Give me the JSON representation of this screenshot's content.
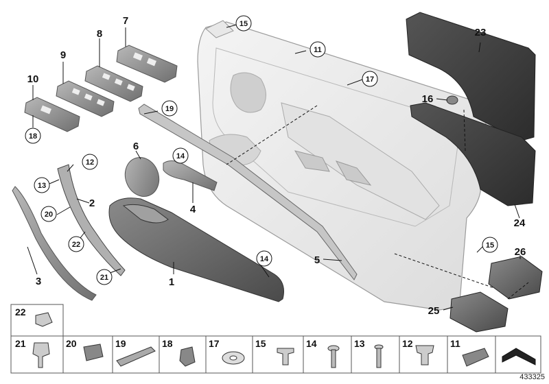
{
  "diagram_id": "433325",
  "callouts": [
    {
      "num": "1",
      "circled": false
    },
    {
      "num": "2",
      "circled": false
    },
    {
      "num": "3",
      "circled": false
    },
    {
      "num": "4",
      "circled": false
    },
    {
      "num": "5",
      "circled": false
    },
    {
      "num": "6",
      "circled": false
    },
    {
      "num": "7",
      "circled": false
    },
    {
      "num": "8",
      "circled": false
    },
    {
      "num": "9",
      "circled": false
    },
    {
      "num": "10",
      "circled": false
    },
    {
      "num": "11",
      "circled": true
    },
    {
      "num": "12",
      "circled": true
    },
    {
      "num": "13",
      "circled": true
    },
    {
      "num": "14",
      "circled": true
    },
    {
      "num": "14",
      "circled": true
    },
    {
      "num": "15",
      "circled": true
    },
    {
      "num": "15",
      "circled": true
    },
    {
      "num": "16",
      "circled": false
    },
    {
      "num": "17",
      "circled": true
    },
    {
      "num": "18",
      "circled": true
    },
    {
      "num": "19",
      "circled": true
    },
    {
      "num": "20",
      "circled": true
    },
    {
      "num": "21",
      "circled": true
    },
    {
      "num": "22",
      "circled": true
    },
    {
      "num": "23",
      "circled": false
    },
    {
      "num": "24",
      "circled": false
    },
    {
      "num": "25",
      "circled": false
    },
    {
      "num": "26",
      "circled": false
    }
  ],
  "parts_table": [
    {
      "num": "22"
    },
    {
      "num": "21"
    },
    {
      "num": "20"
    },
    {
      "num": "19"
    },
    {
      "num": "18"
    },
    {
      "num": "17"
    },
    {
      "num": "15"
    },
    {
      "num": "14"
    },
    {
      "num": "13"
    },
    {
      "num": "12"
    },
    {
      "num": "11"
    }
  ]
}
